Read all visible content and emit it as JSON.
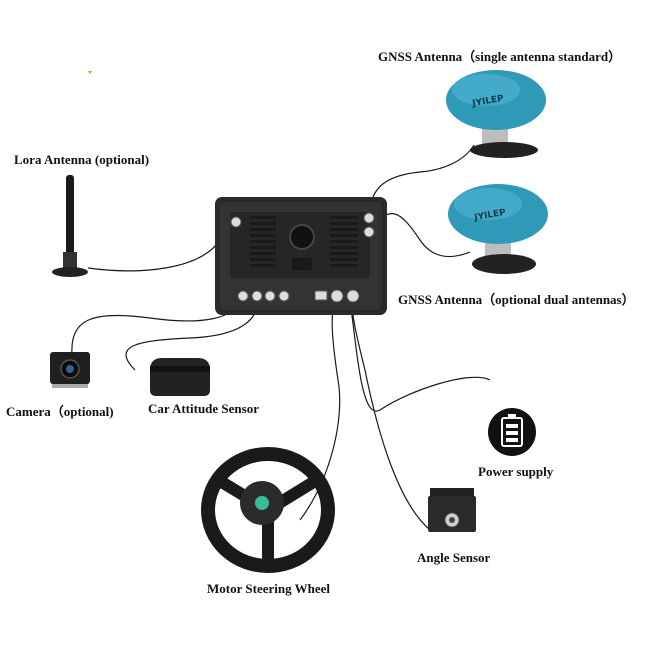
{
  "labels": {
    "gnss_single": "GNSS Antenna（single antenna standard）",
    "gnss_dual": "GNSS Antenna（optional dual antennas）",
    "lora": "Lora Antenna (optional)",
    "camera": "Camera（optional)",
    "attitude": "Car Attitude Sensor",
    "power": "Power supply",
    "angle": "Angle Sensor",
    "steering": "Motor Steering Wheel"
  },
  "antenna_logo_text": "JYILEP",
  "colors": {
    "antenna_blue": "#2e9ab8",
    "device_dark": "#2a2a2a",
    "cable": "#1a1a1a",
    "background": "#ffffff"
  }
}
